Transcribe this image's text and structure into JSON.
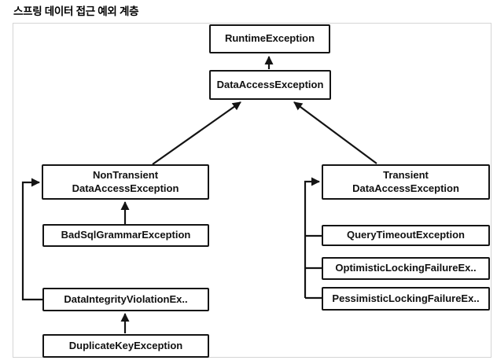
{
  "page_title": "스프링 데이터 접근 예외 계층",
  "colors": {
    "node_border": "#141414",
    "node_text": "#111111",
    "edge_line": "#141414",
    "frame_border": "#d5d5d5",
    "background": "#ffffff"
  },
  "diagram": {
    "type": "class-hierarchy",
    "nodes": {
      "runtime_exception": {
        "label": "RuntimeException"
      },
      "data_access_exception": {
        "label": "DataAccessException"
      },
      "non_transient_data_access_exception": {
        "line1": "NonTransient",
        "line2": "DataAccessException"
      },
      "bad_sql_grammar_exception": {
        "label": "BadSqlGrammarException"
      },
      "data_integrity_violation_exception": {
        "label": "DataIntegrityViolationEx.."
      },
      "duplicate_key_exception": {
        "label": "DuplicateKeyException"
      },
      "transient_data_access_exception": {
        "line1": "Transient",
        "line2": "DataAccessException"
      },
      "query_timeout_exception": {
        "label": "QueryTimeoutException"
      },
      "optimistic_locking_failure_exception": {
        "label": "OptimisticLockingFailureEx.."
      },
      "pessimistic_locking_failure_exception": {
        "label": "PessimisticLockingFailureEx.."
      }
    },
    "edges": [
      {
        "from": "DataAccessException",
        "to": "RuntimeException"
      },
      {
        "from": "NonTransientDataAccessException",
        "to": "DataAccessException"
      },
      {
        "from": "TransientDataAccessException",
        "to": "DataAccessException"
      },
      {
        "from": "BadSqlGrammarException",
        "to": "NonTransientDataAccessException"
      },
      {
        "from": "DataIntegrityViolationEx..",
        "to": "NonTransientDataAccessException"
      },
      {
        "from": "DuplicateKeyException",
        "to": "DataIntegrityViolationEx.."
      },
      {
        "from": "QueryTimeoutException",
        "to": "TransientDataAccessException"
      },
      {
        "from": "OptimisticLockingFailureEx..",
        "to": "TransientDataAccessException"
      },
      {
        "from": "PessimisticLockingFailureEx..",
        "to": "TransientDataAccessException"
      }
    ]
  }
}
